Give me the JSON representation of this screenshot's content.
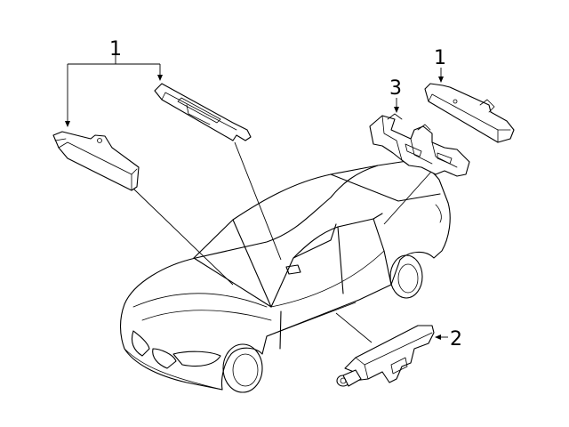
{
  "callouts": {
    "top_left": "1",
    "top_right": "1",
    "bracket": "3",
    "bottom": "2"
  }
}
